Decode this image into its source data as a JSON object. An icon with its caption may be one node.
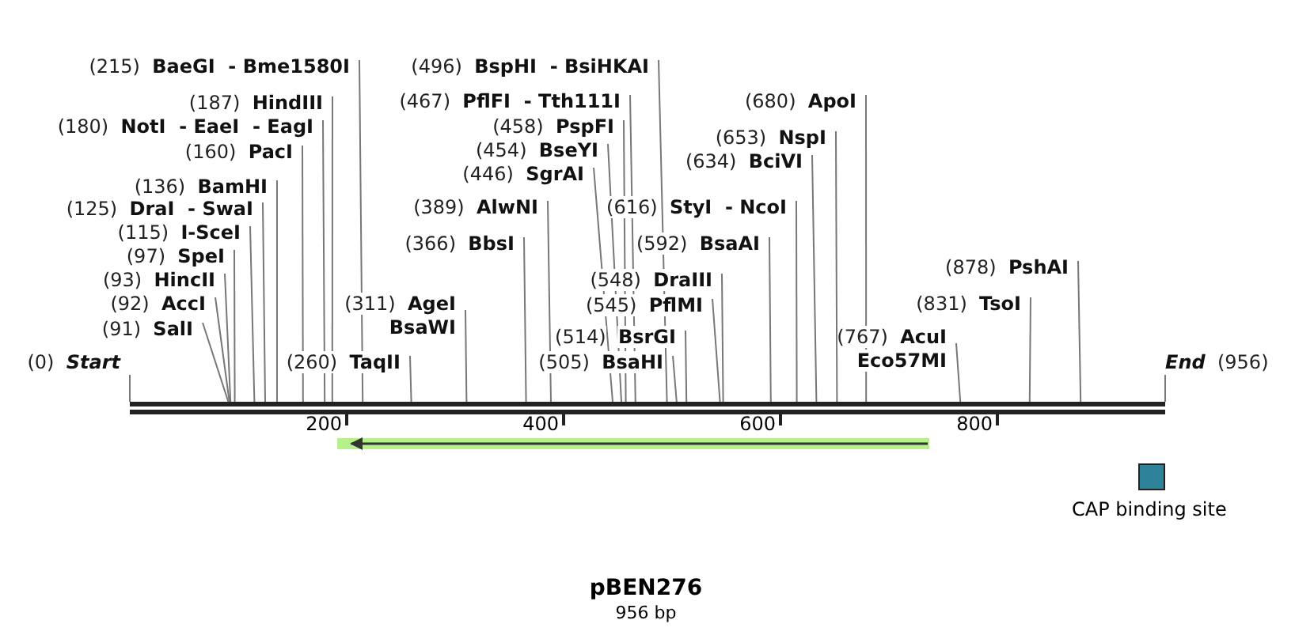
{
  "diagram": {
    "title": "pBEN276",
    "caption": "956 bp",
    "nodes": [
      {
        "text": [
          "(0)",
          "Start"
        ]
      },
      {
        "text": [
          "(91)",
          "SalI"
        ]
      },
      {
        "text": [
          "(92)",
          "AccI"
        ]
      },
      {
        "text": [
          "(93)",
          "HincII"
        ]
      },
      {
        "text": [
          "(97)",
          "SpeI"
        ]
      },
      {
        "text": [
          "(115)",
          "I-SceI"
        ]
      },
      {
        "text": [
          "(125)",
          "DraI  - SwaI"
        ]
      },
      {
        "text": [
          "(136)",
          "BamHI"
        ]
      },
      {
        "text": [
          "(160)",
          "PacI"
        ]
      },
      {
        "text": [
          "(180)",
          "NotI  - EaeI  - EagI"
        ]
      },
      {
        "text": [
          "(187)",
          "HindIII"
        ]
      },
      {
        "text": [
          "(215)",
          "BaeGI  - Bme1580I"
        ]
      },
      {
        "text": [
          "(260)",
          "TaqII"
        ]
      },
      {
        "text": [
          "(311)",
          "AgeI",
          "BsaWI"
        ]
      },
      {
        "text": [
          "(366)",
          "BbsI"
        ]
      },
      {
        "text": [
          "(389)",
          "AlwNI"
        ]
      },
      {
        "text": [
          "(446)",
          "SgrAI"
        ]
      },
      {
        "text": [
          "(454)",
          "BseYI"
        ]
      },
      {
        "text": [
          "(458)",
          "PspFI"
        ]
      },
      {
        "text": [
          "(467)",
          "PflFI  - Tth111I"
        ]
      },
      {
        "text": [
          "(496)",
          "BspHI  - BsiHKAI"
        ]
      },
      {
        "text": [
          "(505)",
          "BsaHI"
        ]
      },
      {
        "text": [
          "(514)",
          "BsrGI"
        ]
      },
      {
        "text": [
          "(545)",
          "PflMI"
        ]
      },
      {
        "text": [
          "(548)",
          "DraIII"
        ]
      },
      {
        "text": [
          "(592)",
          "BsaAI"
        ]
      },
      {
        "text": [
          "(616)",
          "StyI  - NcoI"
        ]
      },
      {
        "text": [
          "(634)",
          "BciVI"
        ]
      },
      {
        "text": [
          "(653)",
          "NspI"
        ]
      },
      {
        "text": [
          "(680)",
          "ApoI"
        ]
      },
      {
        "text": [
          "(767)",
          "AcuI",
          "Eco57MI"
        ]
      },
      {
        "text": [
          "(831)",
          "TsoI"
        ]
      },
      {
        "text": [
          "(878)",
          "PshAI"
        ]
      },
      {
        "text": [
          "End",
          "(956)"
        ]
      },
      {
        "text": [],
        "shape": "bar"
      },
      {
        "text": [],
        "shape": "arrow"
      }
    ],
    "edges": [
      {
        "from": 0,
        "to": 34,
        "arrow": "none"
      },
      {
        "from": 1,
        "to": 34,
        "arrow": "none"
      },
      {
        "from": 2,
        "to": 34,
        "arrow": "none"
      },
      {
        "from": 3,
        "to": 34,
        "arrow": "none"
      },
      {
        "from": 4,
        "to": 34,
        "arrow": "none"
      },
      {
        "from": 5,
        "to": 34,
        "arrow": "none"
      },
      {
        "from": 6,
        "to": 34,
        "arrow": "none"
      },
      {
        "from": 7,
        "to": 34,
        "arrow": "none"
      },
      {
        "from": 8,
        "to": 34,
        "arrow": "none"
      },
      {
        "from": 9,
        "to": 34,
        "arrow": "none"
      },
      {
        "from": 10,
        "to": 34,
        "arrow": "none"
      },
      {
        "from": 11,
        "to": 34,
        "arrow": "none"
      },
      {
        "from": 12,
        "to": 34,
        "arrow": "none"
      },
      {
        "from": 13,
        "to": 34,
        "arrow": "none"
      },
      {
        "from": 14,
        "to": 34,
        "arrow": "none"
      },
      {
        "from": 15,
        "to": 34,
        "arrow": "none"
      },
      {
        "from": 16,
        "to": 34,
        "arrow": "none"
      },
      {
        "from": 17,
        "to": 34,
        "arrow": "none"
      },
      {
        "from": 18,
        "to": 34,
        "arrow": "none"
      },
      {
        "from": 19,
        "to": 34,
        "arrow": "none"
      },
      {
        "from": 20,
        "to": 34,
        "arrow": "none"
      },
      {
        "from": 21,
        "to": 34,
        "arrow": "none"
      },
      {
        "from": 22,
        "to": 34,
        "arrow": "none"
      },
      {
        "from": 23,
        "to": 34,
        "arrow": "none"
      },
      {
        "from": 24,
        "to": 34,
        "arrow": "none"
      },
      {
        "from": 25,
        "to": 34,
        "arrow": "none"
      },
      {
        "from": 26,
        "to": 34,
        "arrow": "none"
      },
      {
        "from": 27,
        "to": 34,
        "arrow": "none"
      },
      {
        "from": 28,
        "to": 34,
        "arrow": "none"
      },
      {
        "from": 29,
        "to": 34,
        "arrow": "none"
      },
      {
        "from": 30,
        "to": 34,
        "arrow": "none"
      },
      {
        "from": 31,
        "to": 34,
        "arrow": "none"
      },
      {
        "from": 32,
        "to": 34,
        "arrow": "none"
      },
      {
        "from": 33,
        "to": 34,
        "arrow": "none"
      }
    ],
    "labels": [
      "200",
      "400",
      "600",
      "800"
    ],
    "legend": [
      {
        "text": "CAP binding site",
        "color": "#2e8299"
      }
    ]
  }
}
